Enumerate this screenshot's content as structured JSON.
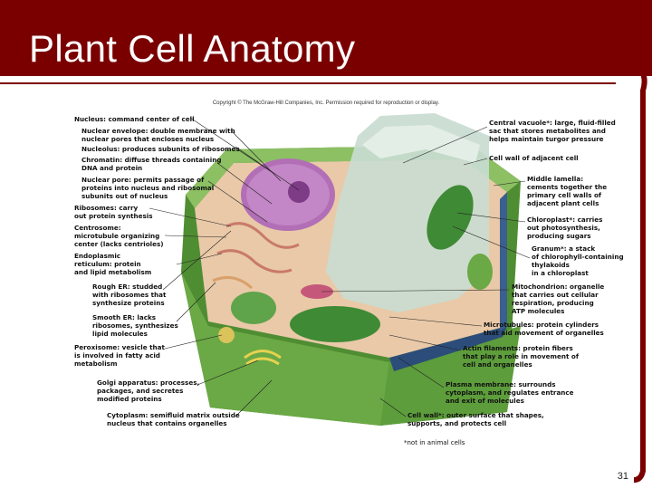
{
  "slide": {
    "title": "Plant Cell Anatomy",
    "copyright": "Copyright © The McGraw-Hill Companies, Inc. Permission required for reproduction or display.",
    "page_number": "31",
    "footnote": "*not in animal cells"
  },
  "labels": {
    "nucleus": "Nucleus: command center of cell",
    "nuclear_envelope": "Nuclear envelope: double membrane with\nnuclear pores that encloses nucleus",
    "nucleolus": "Nucleolus: produces subunits of ribosomes",
    "chromatin": "Chromatin: diffuse threads containing\nDNA and protein",
    "nuclear_pore": "Nuclear pore: permits passage of\nproteins into nucleus and ribosomal\nsubunits out of nucleus",
    "ribosomes": "Ribosomes: carry\nout protein synthesis",
    "centrosome": "Centrosome:\nmicrotubule organizing\ncenter (lacks centrioles)",
    "er": "Endoplasmic\nreticulum: protein\nand lipid metabolism",
    "rough_er": "Rough ER: studded\nwith ribosomes that\nsynthesize proteins",
    "smooth_er": "Smooth ER: lacks\nribosomes, synthesizes\nlipid molecules",
    "peroxisome": "Peroxisome: vesicle that\nis involved in fatty acid\nmetabolism",
    "golgi": "Golgi apparatus: processes,\npackages, and secretes\nmodified proteins",
    "cytoplasm": "Cytoplasm: semifluid matrix outside\nnucleus that contains organelles",
    "central_vacuole": "Central vacuole*: large, fluid-filled\nsac that stores metabolites and\nhelps maintain turgor pressure",
    "cell_wall_adjacent": "Cell wall of adjacent cell",
    "middle_lamella": "Middle lamella:\ncements together the\nprimary cell walls of\nadjacent plant cells",
    "chloroplast": "Chloroplast*: carries\nout photosynthesis,\nproducing sugars",
    "granum": "Granum*: a stack\nof chlorophyll-containing\nthylakoids\nin a chloroplast",
    "mitochondrion": "Mitochondrion: organelle\nthat carries out cellular\nrespiration, producing\nATP molecules",
    "microtubules": "Microtubules: protein cylinders\nthat aid movement of organelles",
    "actin": "Actin filaments: protein fibers\nthat play a role in movement of\ncell and organelles",
    "plasma_membrane": "Plasma membrane: surrounds\ncytoplasm, and regulates entrance\nand exit of molecules",
    "cell_wall": "Cell wall*: outer surface that shapes,\nsupports, and protects cell"
  },
  "colors": {
    "maroon": "#7a0000",
    "wall_green": "#5a9a3a",
    "wall_light": "#8cc063",
    "vacuole": "#c9dcd0",
    "nucleus": "#b26fb6",
    "cytoplasm": "#e9c9a8"
  }
}
